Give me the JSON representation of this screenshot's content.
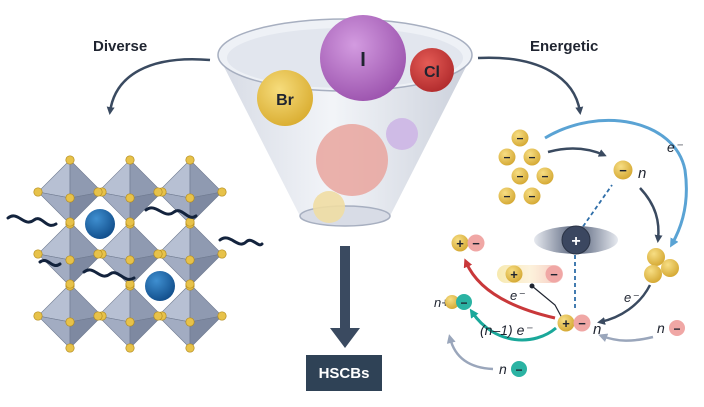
{
  "labels": {
    "diverse": "Diverse",
    "energetic": "Energetic",
    "output": "HSCBs"
  },
  "funnel_ions": {
    "iodide": "I",
    "bromide": "Br",
    "chloride": "Cl"
  },
  "mechanism": {
    "electron_top": "e⁻",
    "n_upper": "n",
    "electron_right": "e⁻",
    "electron_mid": "e⁻",
    "n_center": "n",
    "n_plus": "n+",
    "n_minus_1_electron": "(n–1) e⁻",
    "n_right": "n",
    "n_bottom": "n",
    "plus": "+",
    "minus": "−"
  },
  "colors": {
    "iodide": "#b26bc0",
    "bromide": "#e7c24a",
    "chloride": "#c9383a",
    "cation_blue": "#1d63a6",
    "arrow_dark": "#3a4a60",
    "arrow_light_blue": "#5aa3d4",
    "arrow_red": "#c9383a",
    "arrow_teal": "#1aa89a",
    "output_box": "#2f4256"
  }
}
